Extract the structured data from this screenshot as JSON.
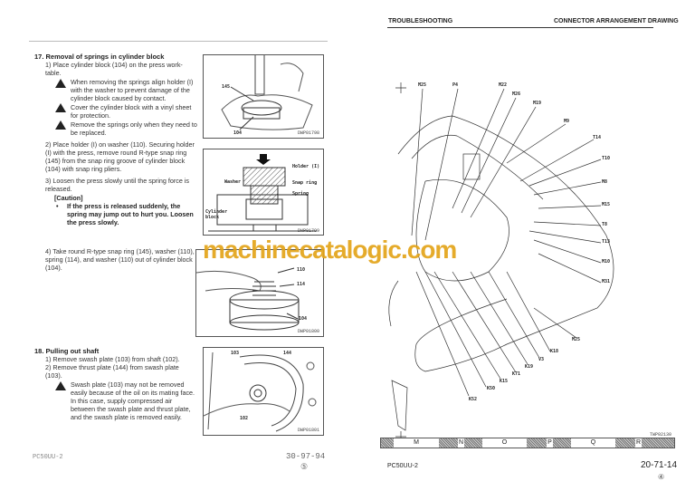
{
  "left_page": {
    "section17": {
      "title": "17. Removal of springs in cylinder block",
      "step1": "1)  Place cylinder block (104) on the press work-table.",
      "warnings": [
        "When removing the springs align holder (I) with the washer to prevent damage of the cylinder block caused by contact.",
        "Cover the cylinder block with a vinyl sheet for protection.",
        "Remove the springs only when they need to be replaced."
      ],
      "step2": "2)  Place holder (I) on washer (110).  Securing holder (I) with the press, remove round R-type snap ring (145) from the snap ring groove of cylinder block (104) with snap ring pliers.",
      "step3": "3)  Loosen the press slowly until the spring force is released.",
      "caution_label": "[Caution]",
      "caution_text": "If the press is released suddenly, the spring may jump out to hurt you. Loosen the press slowly.",
      "step4": "4)  Take round R-type snap ring (145), washer (110), spring (114), and washer (110) out of cylinder block (104)."
    },
    "section18": {
      "title": "18. Pulling out shaft",
      "step1": "1)  Remove swash plate (103) from shaft (102).",
      "step2": "2)  Remove thrust plate (144) from swash plate (103).",
      "warning": "Swash plate (103) may not be removed easily because of the oil on its mating face.  In this case, supply compressed air between the swash plate and thrust plate, and the swash plate is removed easily."
    },
    "figures": [
      {
        "caption": "DWP01798",
        "labels": [
          "145",
          "104"
        ]
      },
      {
        "caption": "DWP01799",
        "labels": [
          "Holder (I)",
          "Washer",
          "Snap ring",
          "Spring",
          "Cylinder block"
        ]
      },
      {
        "caption": "DWP01800",
        "labels": [
          "110",
          "114",
          "104"
        ]
      },
      {
        "caption": "DWP01801",
        "labels": [
          "103",
          "144",
          "102"
        ]
      }
    ],
    "footer_model": "PC50UU-2",
    "page_number": "30-97-94",
    "revision": "⑤"
  },
  "right_page": {
    "header_left": "TROUBLESHOOTING",
    "header_right": "CONNECTOR ARRANGEMENT DRAWING",
    "connectors": [
      "M25",
      "P4",
      "M22",
      "M26",
      "M19",
      "M9",
      "T14",
      "T10",
      "M8",
      "M15",
      "T8",
      "T13",
      "M10",
      "M31",
      "M25",
      "K18",
      "V3",
      "K19",
      "K71",
      "K15",
      "K50",
      "K52"
    ],
    "drawing_code": "TWP02130",
    "grid_letters": [
      "M",
      "N",
      "O",
      "P",
      "Q",
      "R"
    ],
    "footer_model": "PC50UU-2",
    "page_number": "20-71-14",
    "revision": "④"
  },
  "watermark": "machinecatalogic.com"
}
